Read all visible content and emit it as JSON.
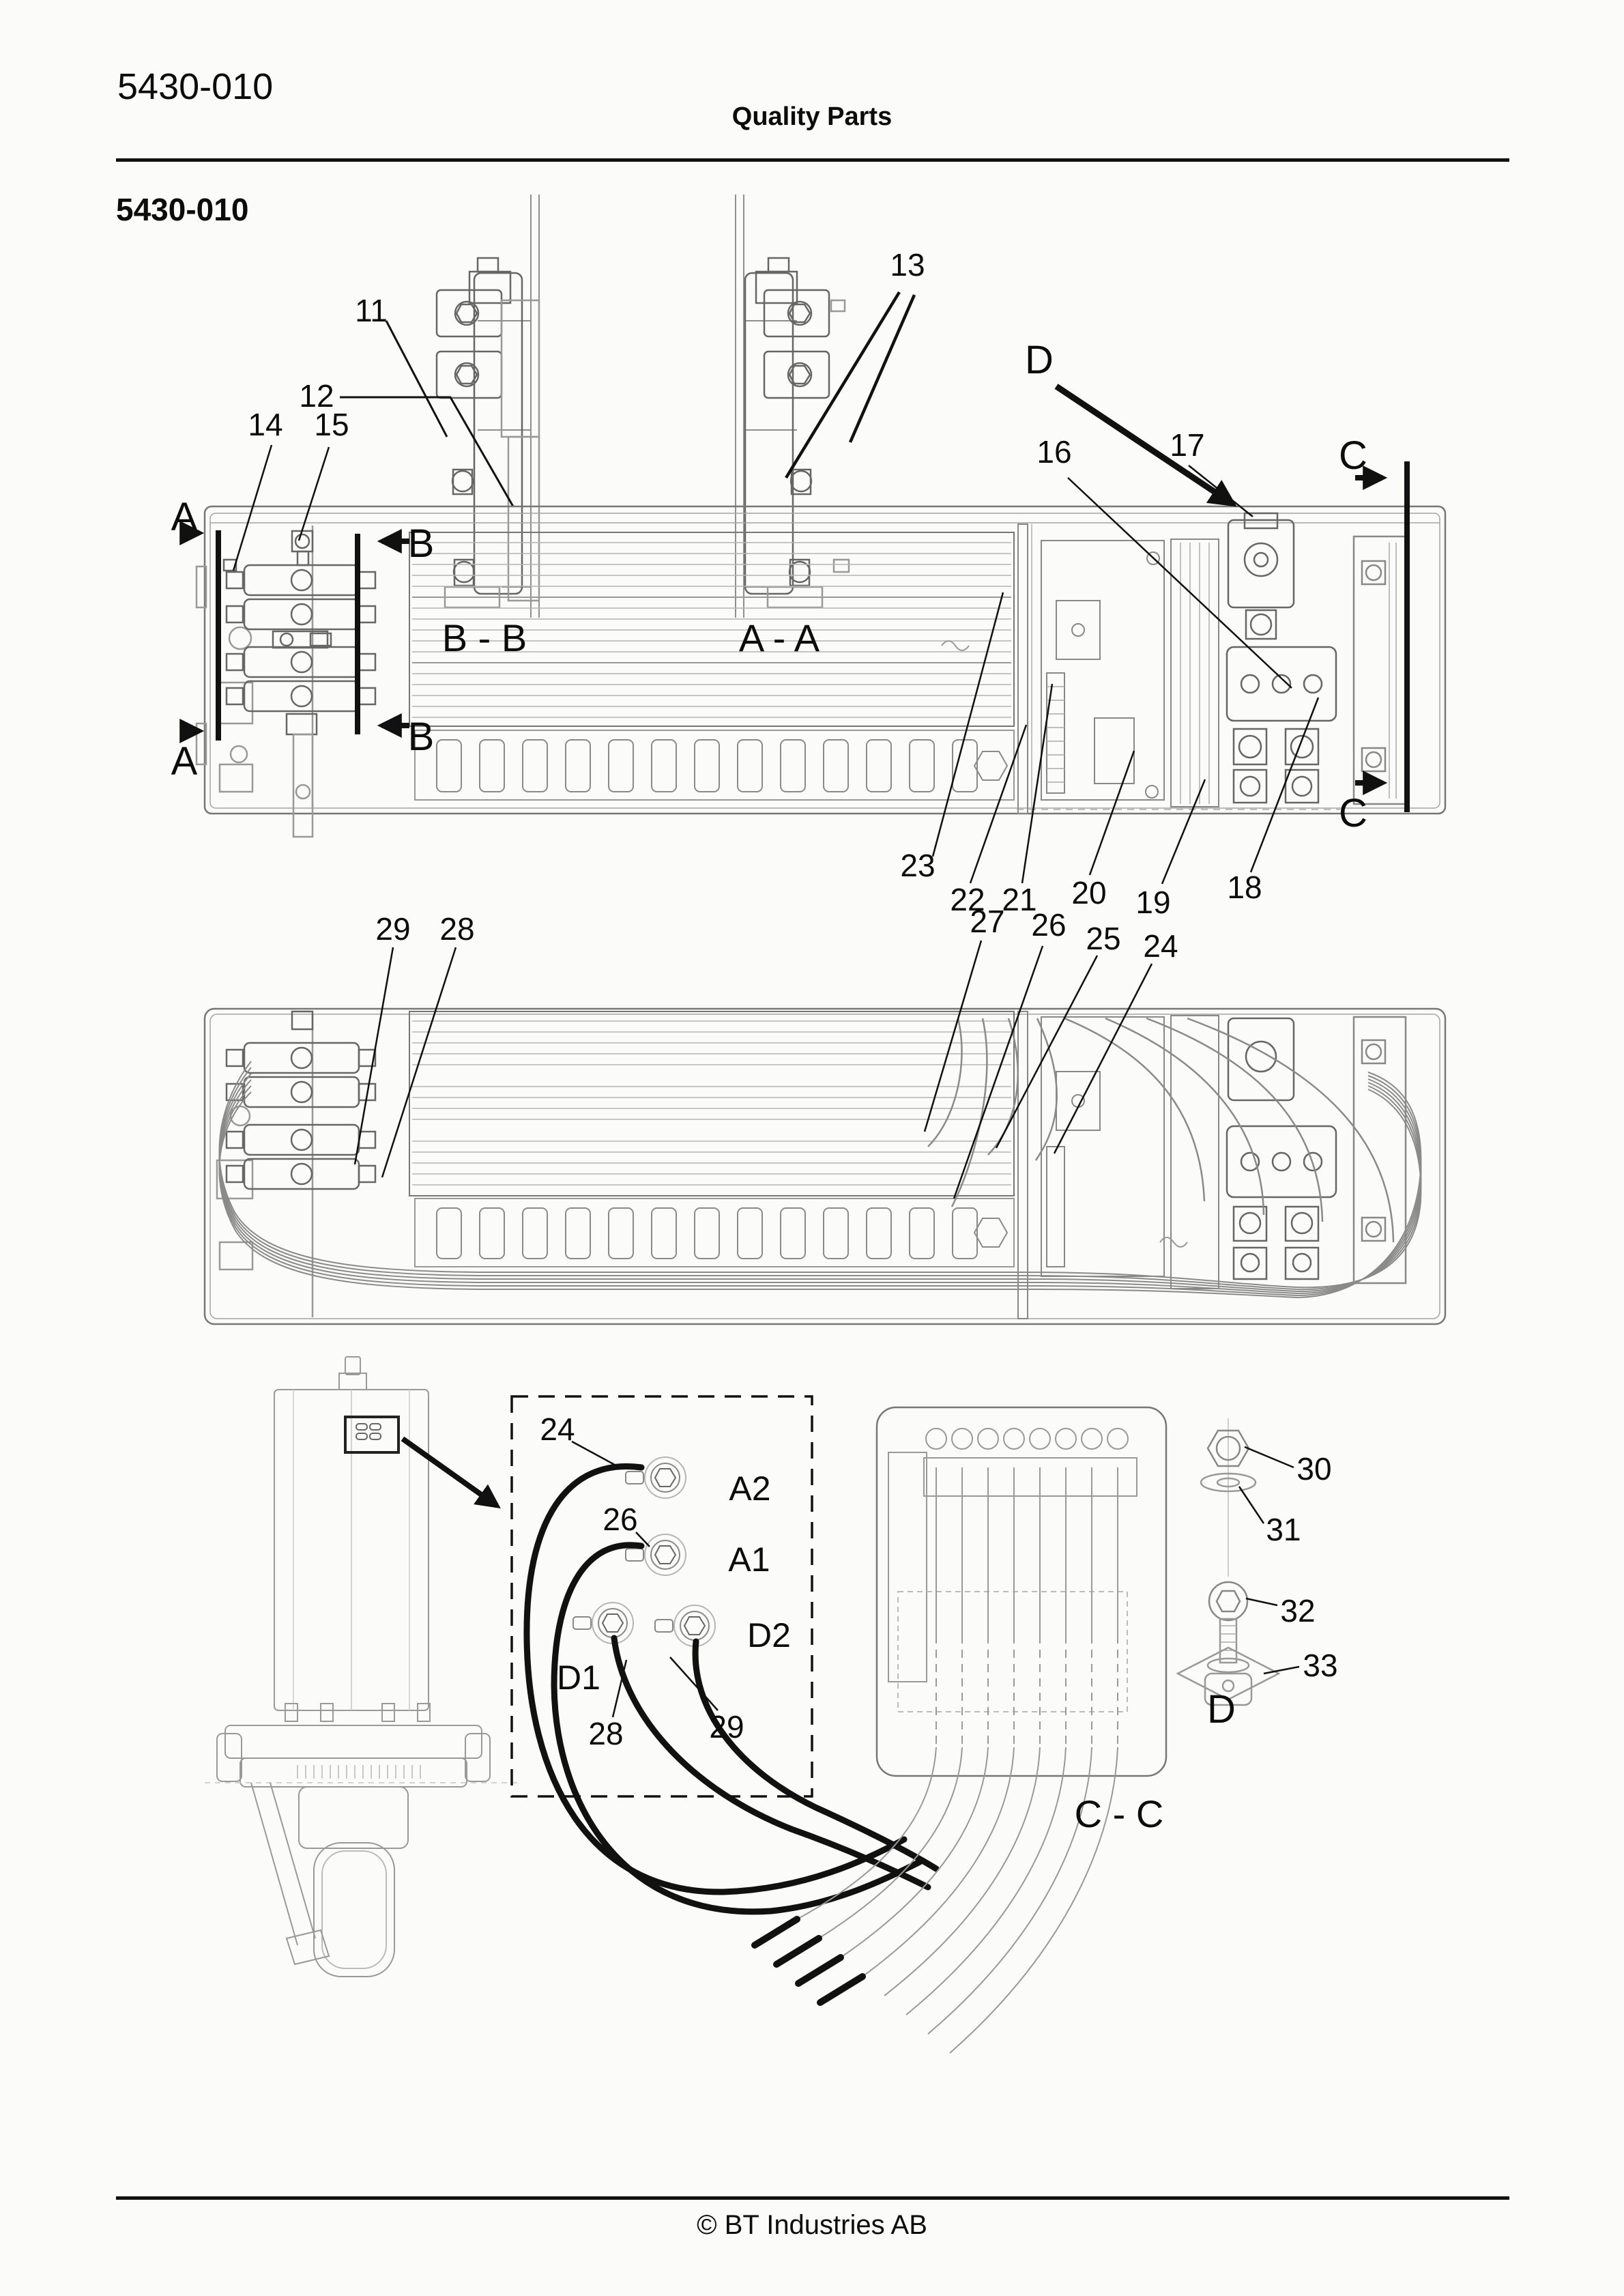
{
  "page": {
    "doc_number": "5430-010",
    "header_title": "Quality Parts",
    "diagram_number": "5430-010",
    "footer_copyright": "© BT Industries AB"
  },
  "view_labels": {
    "bb": "B - B",
    "aa": "A - A",
    "cc": "C - C"
  },
  "section_letters": {
    "a": "A",
    "b": "B",
    "c": "C",
    "d": "D"
  },
  "terminals": {
    "a1": "A1",
    "a2": "A2",
    "d1": "D1",
    "d2": "D2"
  },
  "callouts": {
    "n11": "11",
    "n12": "12",
    "n13": "13",
    "n14": "14",
    "n15": "15",
    "n16": "16",
    "n17": "17",
    "n18": "18",
    "n19": "19",
    "n20": "20",
    "n21": "21",
    "n22": "22",
    "n23": "23",
    "n24": "24",
    "n25": "25",
    "n26": "26",
    "n27": "27",
    "n28": "28",
    "n29": "29",
    "n30": "30",
    "n31": "31",
    "n32": "32",
    "n33": "33"
  }
}
